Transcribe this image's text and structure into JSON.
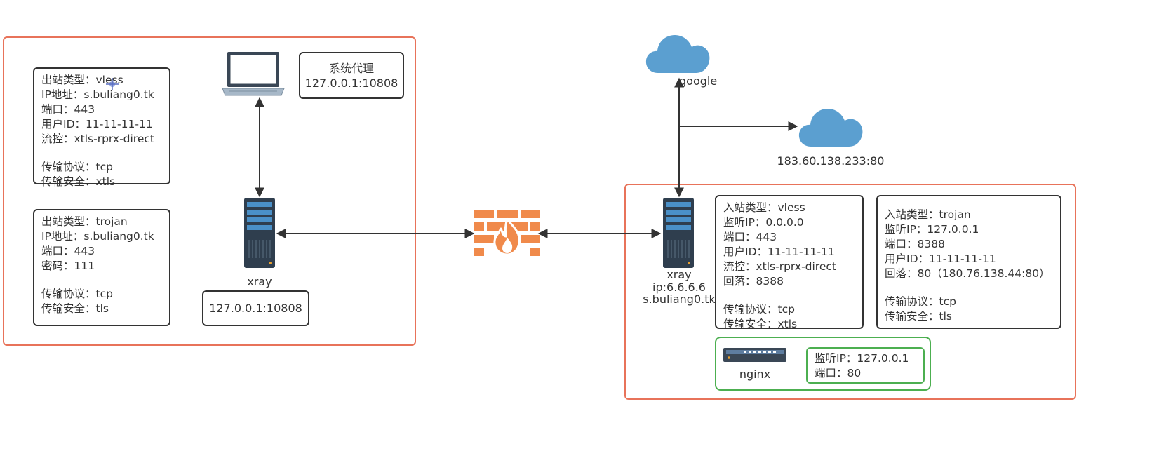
{
  "client": {
    "system_proxy": {
      "title": "系统代理",
      "address": "127.0.0.1:10808"
    },
    "xray_label": "xray",
    "local_listen": "127.0.0.1:10808",
    "outbound_vless": {
      "lines": [
        "出站类型：vless",
        "IP地址：s.buliang0.tk",
        "端口：443",
        "用户ID：11-11-11-11",
        "流控：xtls-rprx-direct"
      ],
      "transport": [
        "传输协议：tcp",
        "传输安全：xtls"
      ]
    },
    "outbound_trojan": {
      "lines": [
        "出站类型：trojan",
        "IP地址：s.buliang0.tk",
        "端口：443",
        "密码：111"
      ],
      "transport": [
        "传输协议：tcp",
        "传输安全：tls"
      ]
    }
  },
  "internet": {
    "google_label": "google",
    "other_label": "183.60.138.233:80"
  },
  "server": {
    "xray_label": "xray",
    "ip_label": "ip:6.6.6.6",
    "domain_label": "s.buliang0.tk",
    "inbound_vless": {
      "lines": [
        "入站类型：vless",
        "监听IP：0.0.0.0",
        "端口：443",
        "用户ID：11-11-11-11",
        "流控：xtls-rprx-direct",
        "回落：8388"
      ],
      "transport": [
        "传输协议：tcp",
        "传输安全：xtls"
      ]
    },
    "inbound_trojan": {
      "lines": [
        "入站类型：trojan",
        "监听IP：127.0.0.1",
        "端口：8388",
        "用户ID：11-11-11-11",
        "回落：80（180.76.138.44:80）"
      ],
      "transport": [
        "传输协议：tcp",
        "传输安全：tls"
      ]
    },
    "nginx": {
      "label": "nginx",
      "lines": [
        "监听IP：127.0.0.1",
        "端口：80"
      ]
    }
  },
  "colors": {
    "group_border": "#e8735a",
    "nginx_border": "#4caf50",
    "firewall": "#f08a4b",
    "cloud": "#5b9fd0",
    "server_body": "#2f3e4e",
    "server_slot": "#4a90c8"
  },
  "icons": {
    "laptop": "laptop-icon",
    "server": "server-icon",
    "firewall": "firewall-icon",
    "cloud": "cloud-icon",
    "switch": "network-switch-icon"
  }
}
